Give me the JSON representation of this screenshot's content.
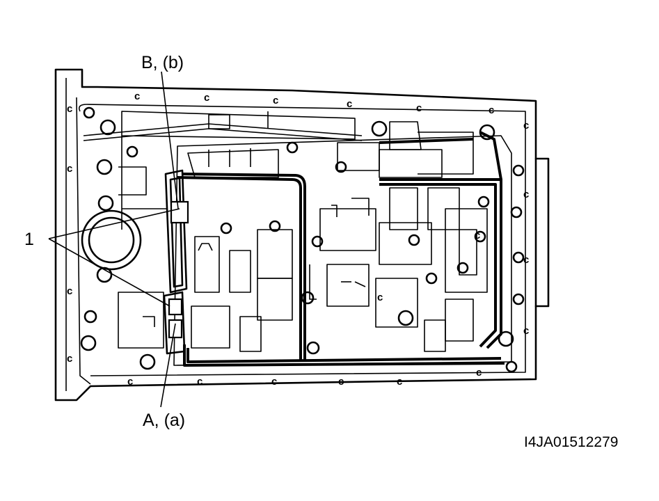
{
  "labels": {
    "b_callout": "B, (b)",
    "a_callout": "A, (a)",
    "one_callout": "1",
    "bolt_mark": "c"
  },
  "figure_code": "I4JA01512279"
}
